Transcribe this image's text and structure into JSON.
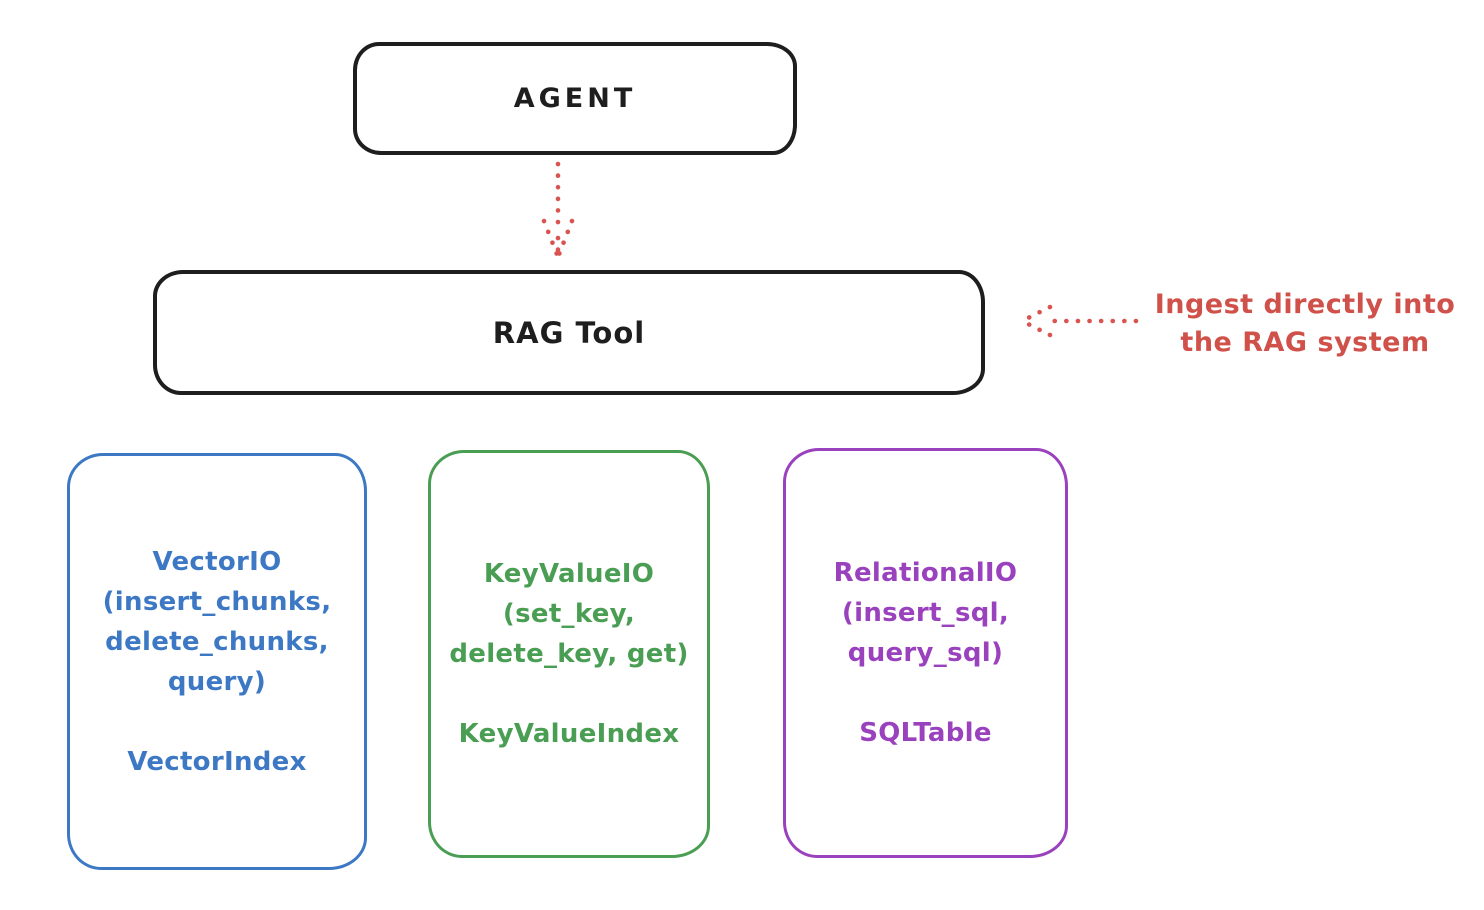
{
  "nodes": {
    "agent": {
      "label": "AGENT"
    },
    "rag_tool": {
      "label": "RAG Tool"
    }
  },
  "annotation": {
    "line1": "Ingest directly into",
    "line2": "the RAG system",
    "color": "#d0504a"
  },
  "arrows": {
    "agent_to_rag_tool": {
      "style": "dotted",
      "direction": "down",
      "color": "#d9534f"
    },
    "annotation_to_rag_tool": {
      "style": "dotted",
      "direction": "left",
      "color": "#d9534f"
    }
  },
  "storage_boxes": [
    {
      "name": "vector-io",
      "color": "#3d78c4",
      "lines": [
        "VectorIO",
        "(insert_chunks,",
        "delete_chunks,",
        "query)",
        "",
        "VectorIndex"
      ]
    },
    {
      "name": "key-value-io",
      "color": "#4a9e53",
      "lines": [
        "KeyValueIO",
        "(set_key,",
        "delete_key, get)",
        "",
        "KeyValueIndex"
      ]
    },
    {
      "name": "relational-io",
      "color": "#9a41bd",
      "lines": [
        "RelationalIO",
        "(insert_sql,",
        "query_sql)",
        "",
        "SQLTable"
      ]
    }
  ],
  "colors": {
    "stroke": "#1e1e1e",
    "background": "#ffffff",
    "red": "#d0504a",
    "blue": "#3d78c4",
    "green": "#4a9e53",
    "purple": "#9a41bd"
  }
}
